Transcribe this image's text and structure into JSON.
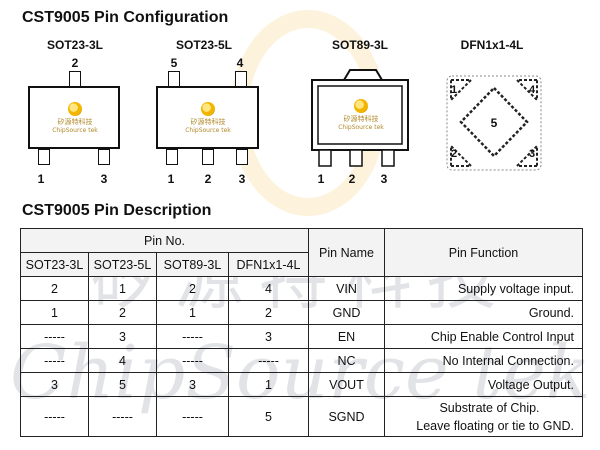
{
  "title_config": "CST9005 Pin Configuration",
  "title_desc": "CST9005 Pin Description",
  "watermark": {
    "cn": "矽源特科技",
    "en": "ChipSource tek"
  },
  "logo": {
    "cn": "矽源特科技",
    "en": "ChipSource tek"
  },
  "packages": {
    "sot23_3l": {
      "label": "SOT23-3L",
      "pins": {
        "top": "2",
        "bl": "1",
        "br": "3"
      }
    },
    "sot23_5l": {
      "label": "SOT23-5L",
      "pins": {
        "tl": "5",
        "tr": "4",
        "b1": "1",
        "b2": "2",
        "b3": "3"
      }
    },
    "sot89_3l": {
      "label": "SOT89-3L",
      "pins": {
        "b1": "1",
        "b2": "2",
        "b3": "3"
      }
    },
    "dfn1x1_4l": {
      "label": "DFN1x1-4L",
      "pins": {
        "p1": "1",
        "p2": "2",
        "p3": "3",
        "p4": "4",
        "center": "5"
      }
    }
  },
  "table": {
    "group_header": "Pin No.",
    "pin_name_header": "Pin Name",
    "pin_function_header": "Pin Function",
    "sub_headers": [
      "SOT23-3L",
      "SOT23-5L",
      "SOT89-3L",
      "DFN1x1-4L"
    ],
    "rows": [
      {
        "c": [
          "2",
          "1",
          "2",
          "4"
        ],
        "name": "VIN",
        "func": "Supply voltage input."
      },
      {
        "c": [
          "1",
          "2",
          "1",
          "2"
        ],
        "name": "GND",
        "func": "Ground."
      },
      {
        "c": [
          "-----",
          "3",
          "-----",
          "3"
        ],
        "name": "EN",
        "func": "Chip Enable Control Input"
      },
      {
        "c": [
          "-----",
          "4",
          "-----",
          "-----"
        ],
        "name": "NC",
        "func": "No Internal Connection."
      },
      {
        "c": [
          "3",
          "5",
          "3",
          "1"
        ],
        "name": "VOUT",
        "func": "Voltage Output."
      },
      {
        "c": [
          "-----",
          "-----",
          "-----",
          "5"
        ],
        "name": "SGND",
        "func": "Substrate of Chip.",
        "func2": "Leave floating or tie to GND."
      }
    ]
  }
}
